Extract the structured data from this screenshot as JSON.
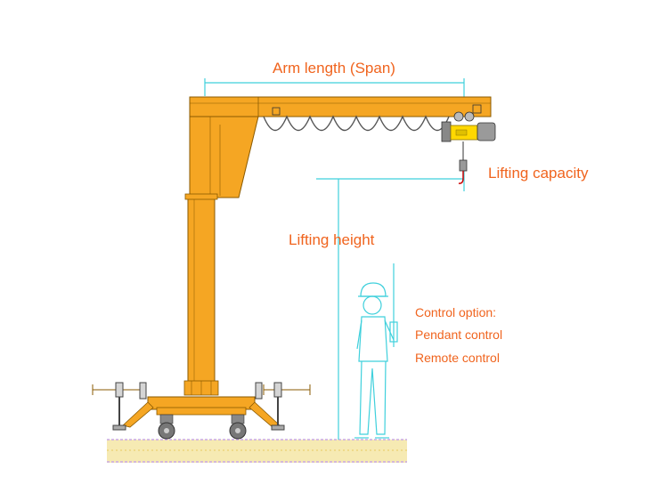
{
  "labels": {
    "arm_length": "Arm length (Span)",
    "lifting_capacity": "Lifting capacity",
    "lifting_height": "Lifting height",
    "control_option": "Control option:",
    "pendant_control": "Pendant control",
    "remote_control": "Remote control"
  },
  "colors": {
    "crane_yellow": "#f5a623",
    "crane_outline": "#8a5a00",
    "label_orange": "#f0641e",
    "dimension_cyan": "#3fd0dc",
    "ground_sand": "#f4e6a6",
    "ground_purple": "#c9a8e6",
    "wheel_grey": "#666666"
  },
  "icons": {
    "hoist": "electric-hoist-icon",
    "operator": "operator-worker-icon",
    "hook": "hook-icon",
    "wheel": "wheel-icon",
    "outrigger": "outrigger-jack-icon"
  }
}
